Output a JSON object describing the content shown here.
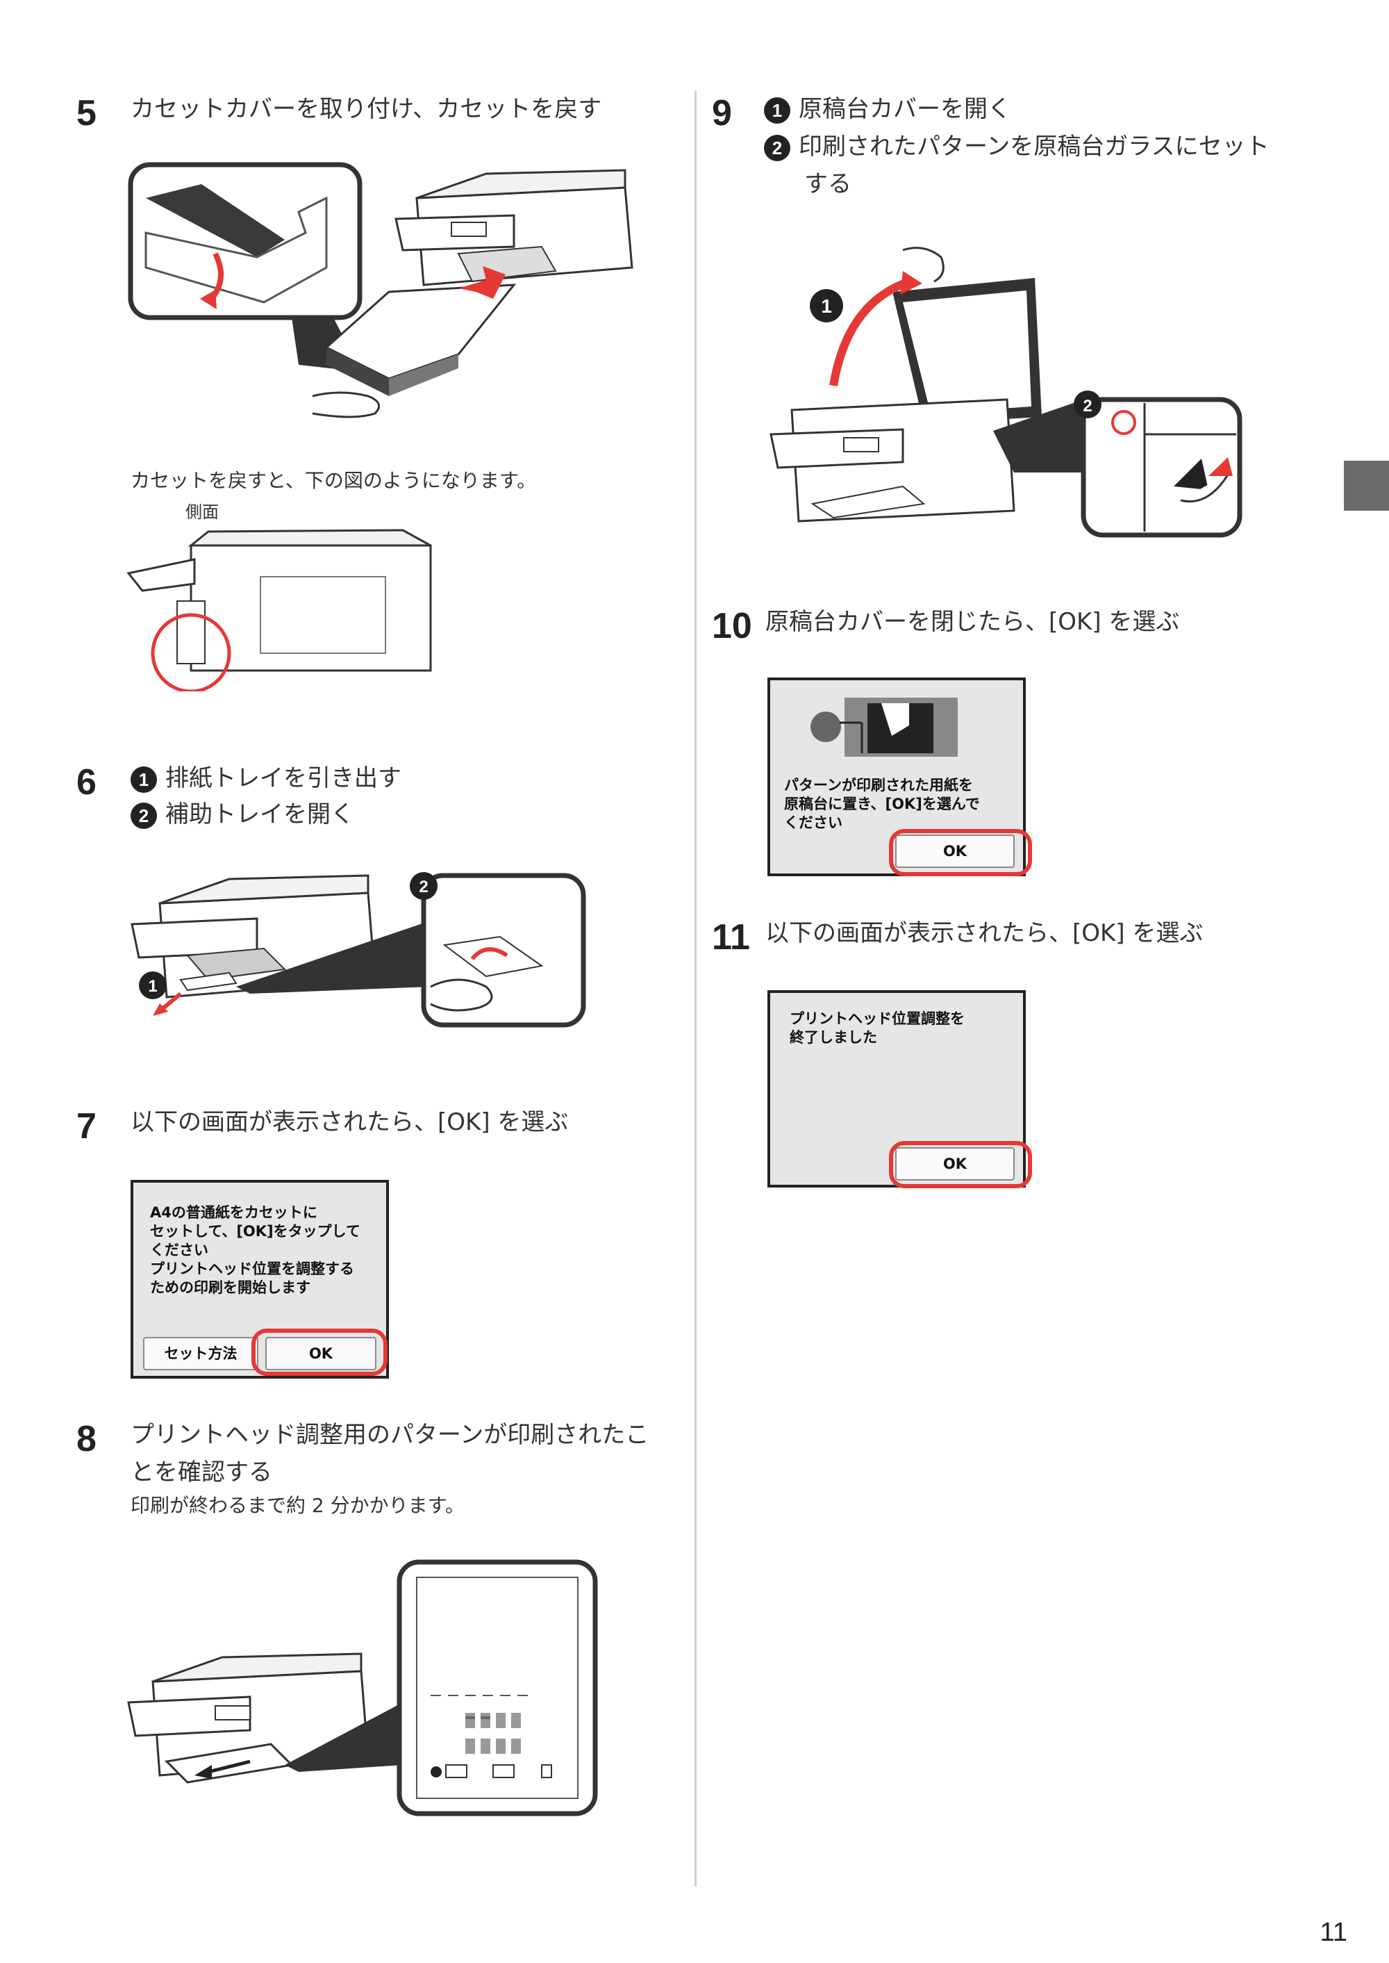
{
  "page": {
    "number": "11"
  },
  "steps": {
    "s5": {
      "num": "5",
      "text": "カセットカバーを取り付け、カセットを戻す",
      "note": "カセットを戻すと、下の図のようになります。",
      "side_label": "側面"
    },
    "s6": {
      "num": "6",
      "item1": "排紙トレイを引き出す",
      "item2": "補助トレイを開く"
    },
    "s7": {
      "num": "7",
      "text": "以下の画面が表示されたら、[OK] を選ぶ",
      "screen": {
        "message": "A4の普通紙をカセットに\nセットして、[OK]をタップして\nください\nプリントヘッド位置を調整する\nための印刷を開始します",
        "btn_left": "セット方法",
        "btn_ok": "OK"
      }
    },
    "s8": {
      "num": "8",
      "text_l1": "プリントヘッド調整用のパターンが印刷されたこ",
      "text_l2": "とを確認する",
      "note": "印刷が終わるまで約 2 分かかります。"
    },
    "s9": {
      "num": "9",
      "item1": "原稿台カバーを開く",
      "item2_l1": "印刷されたパターンを原稿台ガラスにセット",
      "item2_l2": "する"
    },
    "s10": {
      "num": "10",
      "text": "原稿台カバーを閉じたら、[OK] を選ぶ",
      "screen": {
        "message": "パターンが印刷された用紙を\n原稿台に置き、[OK]を選んで\nください",
        "btn_ok": "OK"
      }
    },
    "s11": {
      "num": "11",
      "text": "以下の画面が表示されたら、[OK] を選ぶ",
      "screen": {
        "message": "プリントヘッド位置調整を\n終了しました",
        "btn_ok": "OK"
      }
    }
  },
  "callouts": {
    "one": "1",
    "two": "2"
  },
  "colors": {
    "highlight": "#e53935",
    "arrow": "#e53935",
    "tab": "#6b6b6b"
  }
}
